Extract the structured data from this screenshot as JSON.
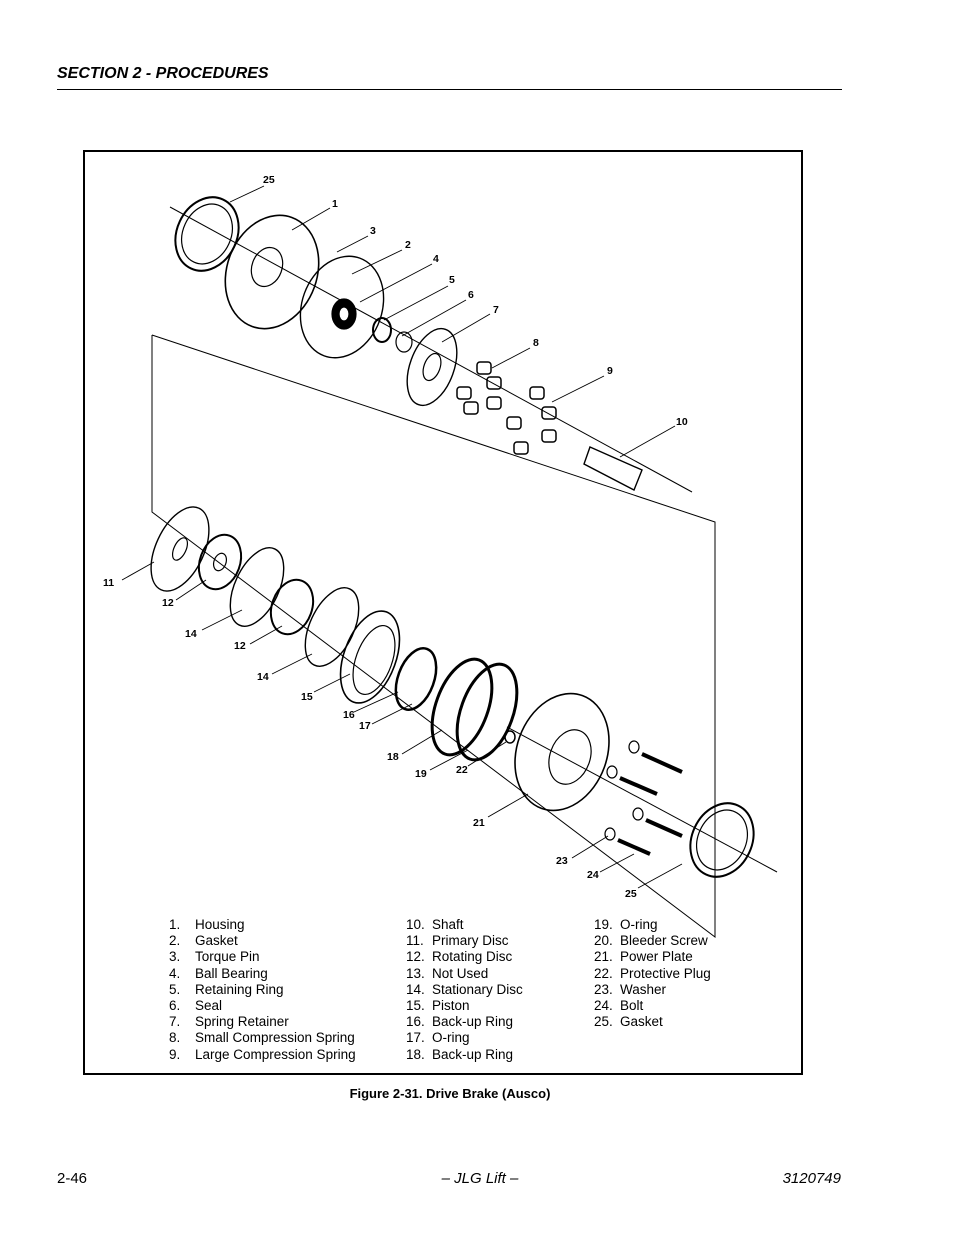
{
  "header": {
    "section_title": "SECTION 2 - PROCEDURES"
  },
  "figure": {
    "callouts": [
      "25",
      "1",
      "3",
      "2",
      "4",
      "5",
      "6",
      "7",
      "8",
      "9",
      "10",
      "11",
      "12",
      "14",
      "12",
      "14",
      "15",
      "16",
      "17",
      "18",
      "19",
      "22",
      "21",
      "23",
      "24",
      "25"
    ],
    "legend": {
      "col1": [
        {
          "num": "1.",
          "label": "Housing"
        },
        {
          "num": "2.",
          "label": "Gasket"
        },
        {
          "num": "3.",
          "label": "Torque Pin"
        },
        {
          "num": "4.",
          "label": "Ball Bearing"
        },
        {
          "num": "5.",
          "label": "Retaining Ring"
        },
        {
          "num": "6.",
          "label": "Seal"
        },
        {
          "num": "7.",
          "label": "Spring Retainer"
        },
        {
          "num": "8.",
          "label": "Small Compression Spring"
        },
        {
          "num": "9.",
          "label": "Large Compression Spring"
        }
      ],
      "col2": [
        {
          "num": "10.",
          "label": "Shaft"
        },
        {
          "num": "11.",
          "label": "Primary Disc"
        },
        {
          "num": "12.",
          "label": "Rotating Disc"
        },
        {
          "num": "13.",
          "label": "Not Used"
        },
        {
          "num": "14.",
          "label": "Stationary Disc"
        },
        {
          "num": "15.",
          "label": "Piston"
        },
        {
          "num": "16.",
          "label": "Back-up Ring"
        },
        {
          "num": "17.",
          "label": "O-ring"
        },
        {
          "num": "18.",
          "label": "Back-up Ring"
        }
      ],
      "col3": [
        {
          "num": "19.",
          "label": "O-ring"
        },
        {
          "num": "20.",
          "label": "Bleeder Screw"
        },
        {
          "num": "21.",
          "label": "Power Plate"
        },
        {
          "num": "22.",
          "label": "Protective Plug"
        },
        {
          "num": "23.",
          "label": "Washer"
        },
        {
          "num": "24.",
          "label": "Bolt"
        },
        {
          "num": "25.",
          "label": "Gasket"
        }
      ]
    },
    "caption": "Figure 2-31.  Drive Brake (Ausco)"
  },
  "footer": {
    "page_number": "2-46",
    "center": "– JLG Lift –",
    "doc_number": "3120749"
  }
}
